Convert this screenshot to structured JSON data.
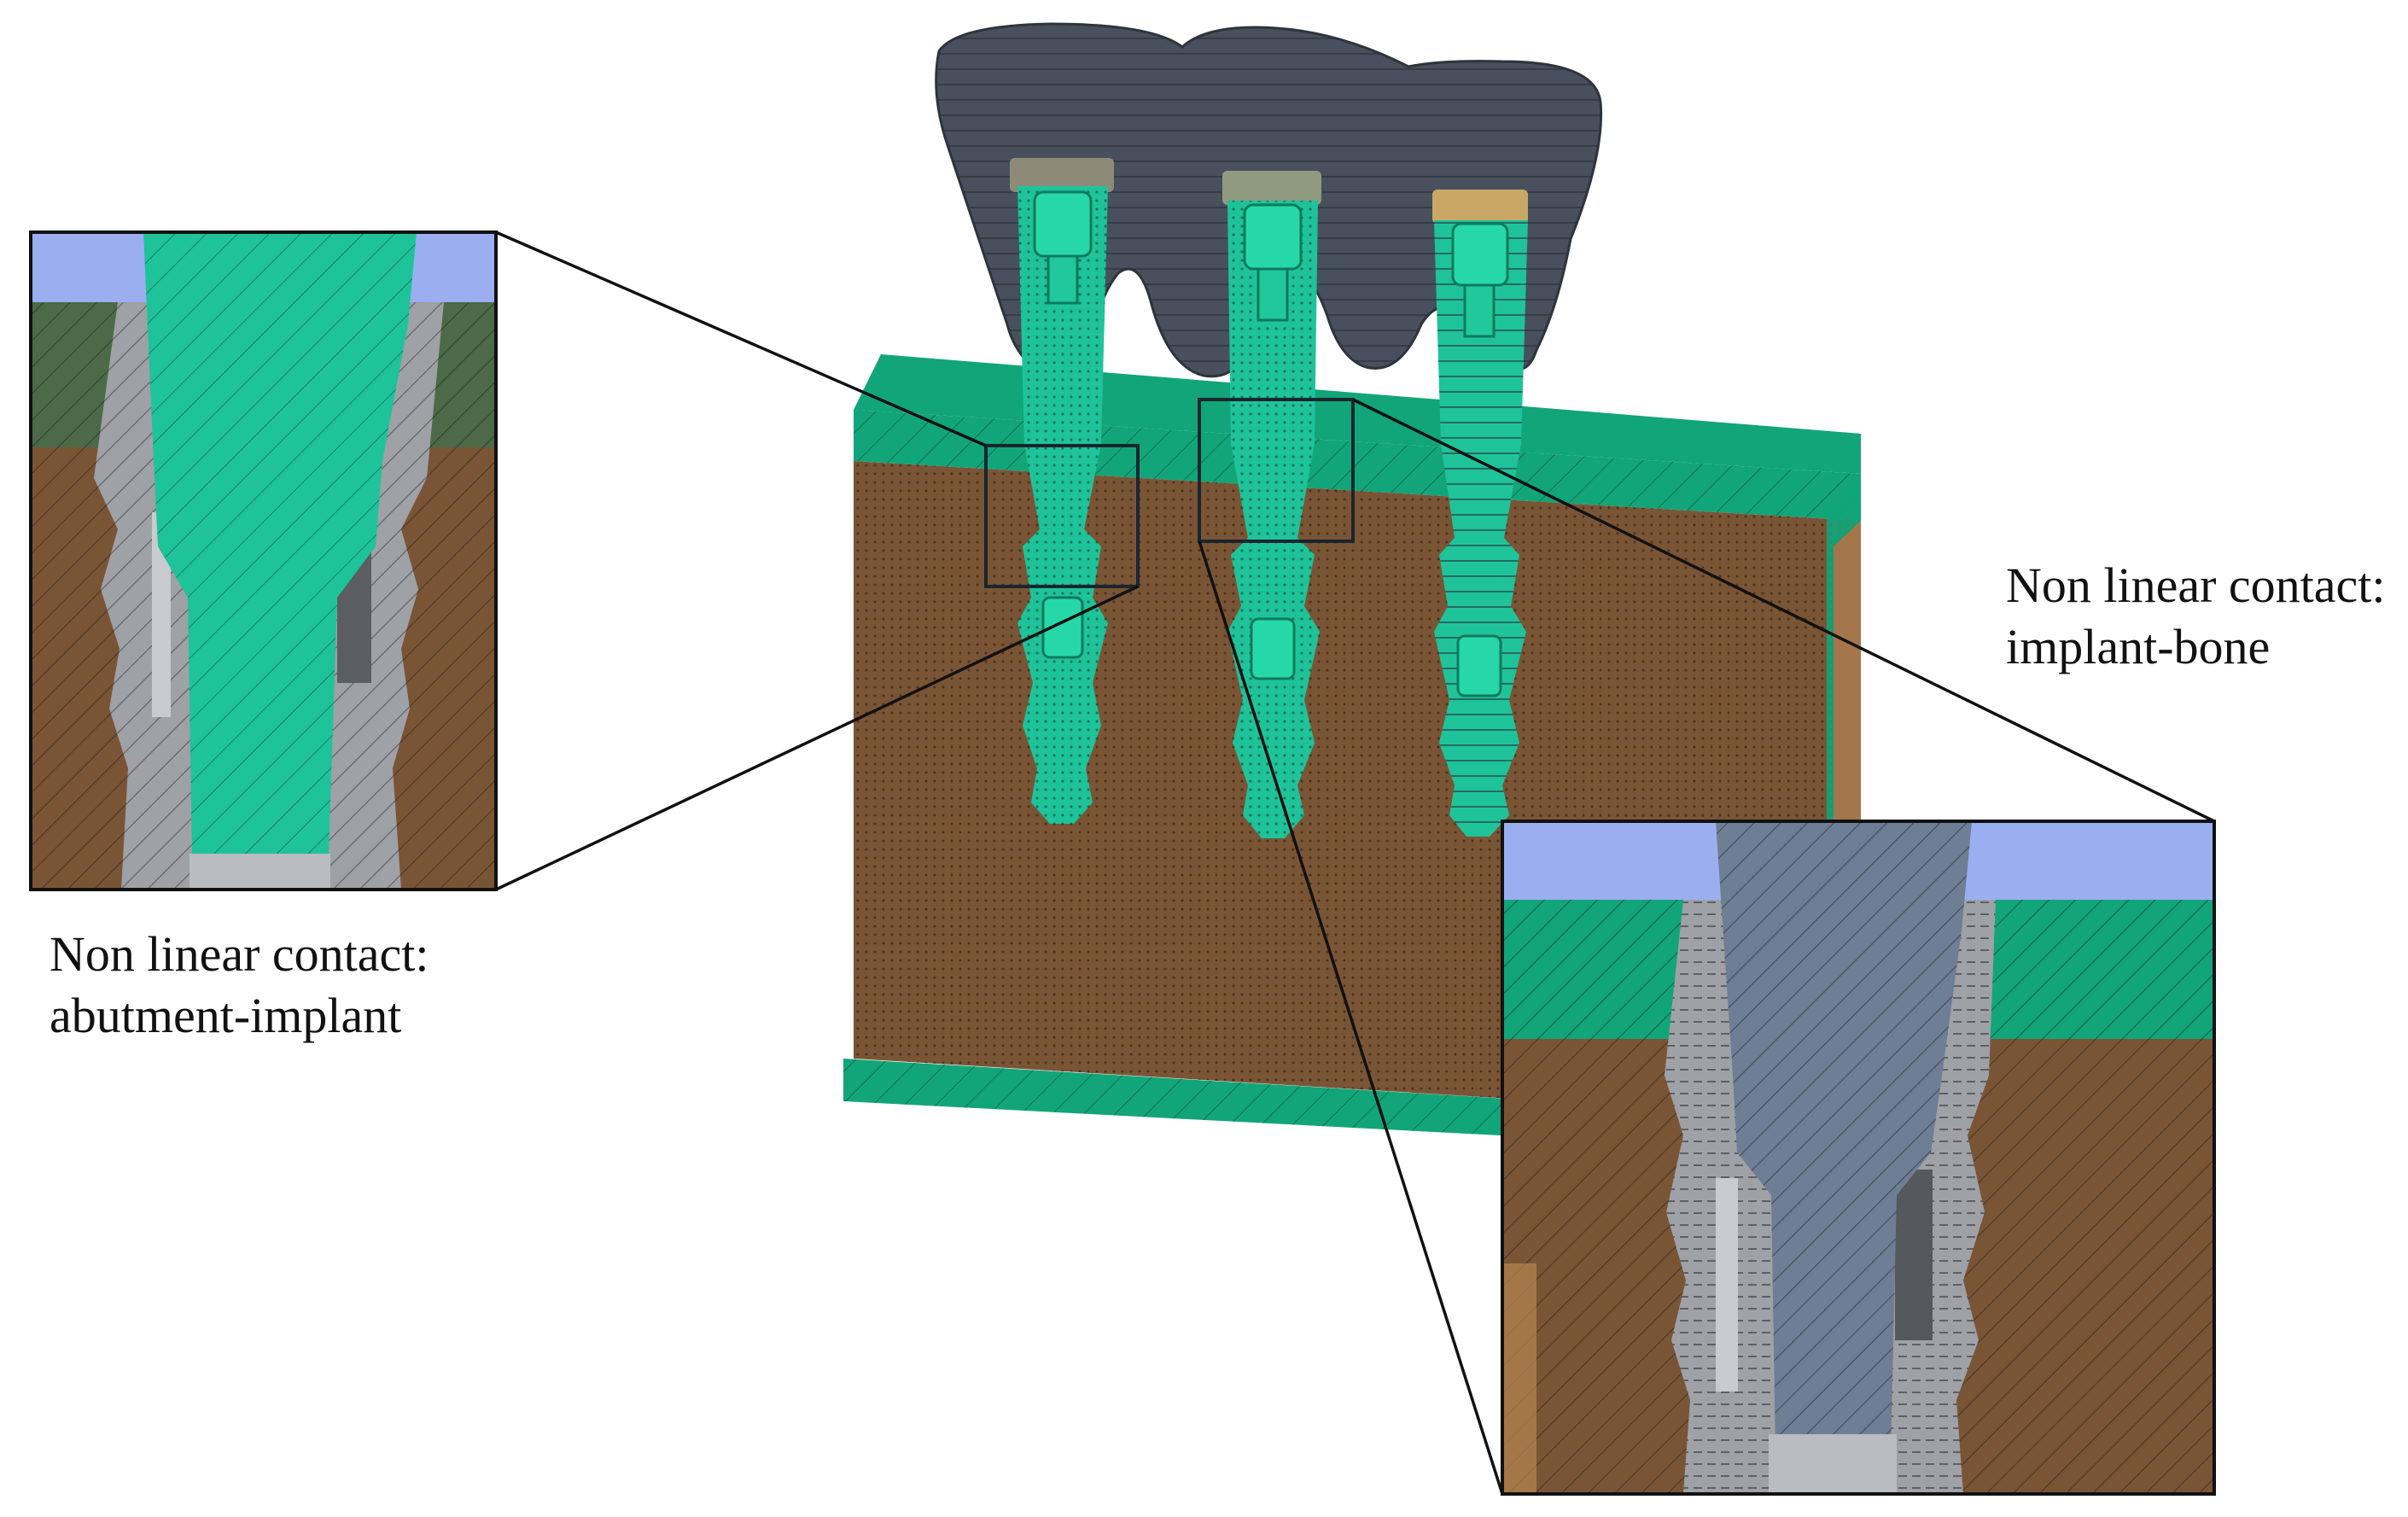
{
  "annotations": {
    "abutment_implant": {
      "line1": "Non linear contact:",
      "line2": "abutment-implant"
    },
    "implant_bone": {
      "line1": "Non linear contact:",
      "line2": "implant-bone"
    }
  },
  "colors": {
    "crown": "#47505c",
    "cortical_bone": "#12a57a",
    "trabecular_bone": "#7a5535",
    "implant_green": "#1fc39a",
    "implant_gray": "#9ea1a6",
    "abutment_blue": "#6e7e94",
    "gingiva_blue": "#9aaef0",
    "gum_layer": "#4c6a48",
    "leader_line": "#111111",
    "background": "#ffffff"
  }
}
